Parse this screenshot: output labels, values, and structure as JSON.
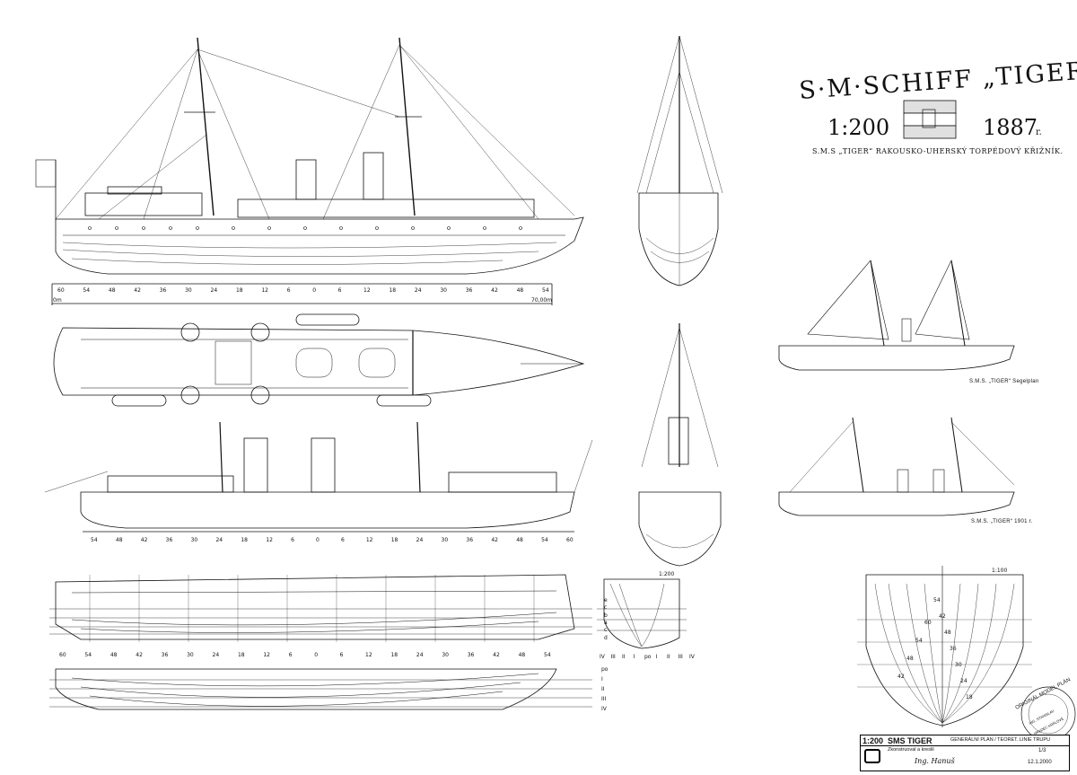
{
  "title": {
    "line1": "S·M·SCHIFF „TIGER.“",
    "scale": "1:200",
    "year": "1887",
    "year_suffix": "r.",
    "subtitle": "S.M.S „TIGER“ RAKOUSKO-UHERSKÝ TORPÉDOVÝ KŘIŽNÍK."
  },
  "flag_colors": {
    "top": "#e0e0e0",
    "middle": "#ffffff",
    "bottom": "#e0e0e0"
  },
  "captions": {
    "segelplan": "S.M.S. „TIGER“ Segelplan",
    "tiger1901": "S.M.S. „TIGER“ 1901 r."
  },
  "scale_labels": {
    "small": "1:200",
    "large": "1:100"
  },
  "frame_scale_top": [
    "60",
    "54",
    "48",
    "42",
    "36",
    "30",
    "24",
    "18",
    "12",
    "6",
    "0",
    "6",
    "12",
    "18",
    "24",
    "30",
    "36",
    "42",
    "48",
    "54"
  ],
  "frame_scale_mid": [
    "54",
    "48",
    "42",
    "36",
    "30",
    "24",
    "18",
    "12",
    "6",
    "0",
    "6",
    "12",
    "18",
    "24",
    "30",
    "36",
    "42",
    "48",
    "54",
    "60"
  ],
  "frame_scale_lines": [
    "60",
    "54",
    "48",
    "42",
    "36",
    "30",
    "24",
    "18",
    "12",
    "6",
    "0",
    "6",
    "12",
    "18",
    "24",
    "30",
    "36",
    "42",
    "48",
    "54"
  ],
  "waterline_labels_right": [
    "e",
    "c",
    "b",
    "a",
    "c",
    "d"
  ],
  "buttock_labels_right": [
    "po",
    "I",
    "II",
    "III",
    "IV"
  ],
  "body_plan_labels": [
    "IV",
    "III",
    "II",
    "I",
    "po",
    "I",
    "II",
    "III",
    "IV"
  ],
  "body_station_numbers": [
    "54",
    "42",
    "48",
    "36",
    "30",
    "24",
    "18",
    "60",
    "54",
    "48",
    "42"
  ],
  "stamp": {
    "top": "ORIGINÁL MODEL PLÁN",
    "mid": "ING. STANISLAV",
    "bot": "HRADEC KRÁLOVÉ"
  },
  "title_block": {
    "scale": "1:200",
    "name": "SMS TIGER",
    "desc": "GENERÁLNÍ PLÁN / TEORET. LINIE TRUPU",
    "drawn": "Zkonstruoval a kreslil",
    "signature": "Ing. Hanuš",
    "sheet": "1/3",
    "date": "12.1.2000"
  },
  "ruler_left": "0m",
  "ruler_right": "70,00m"
}
